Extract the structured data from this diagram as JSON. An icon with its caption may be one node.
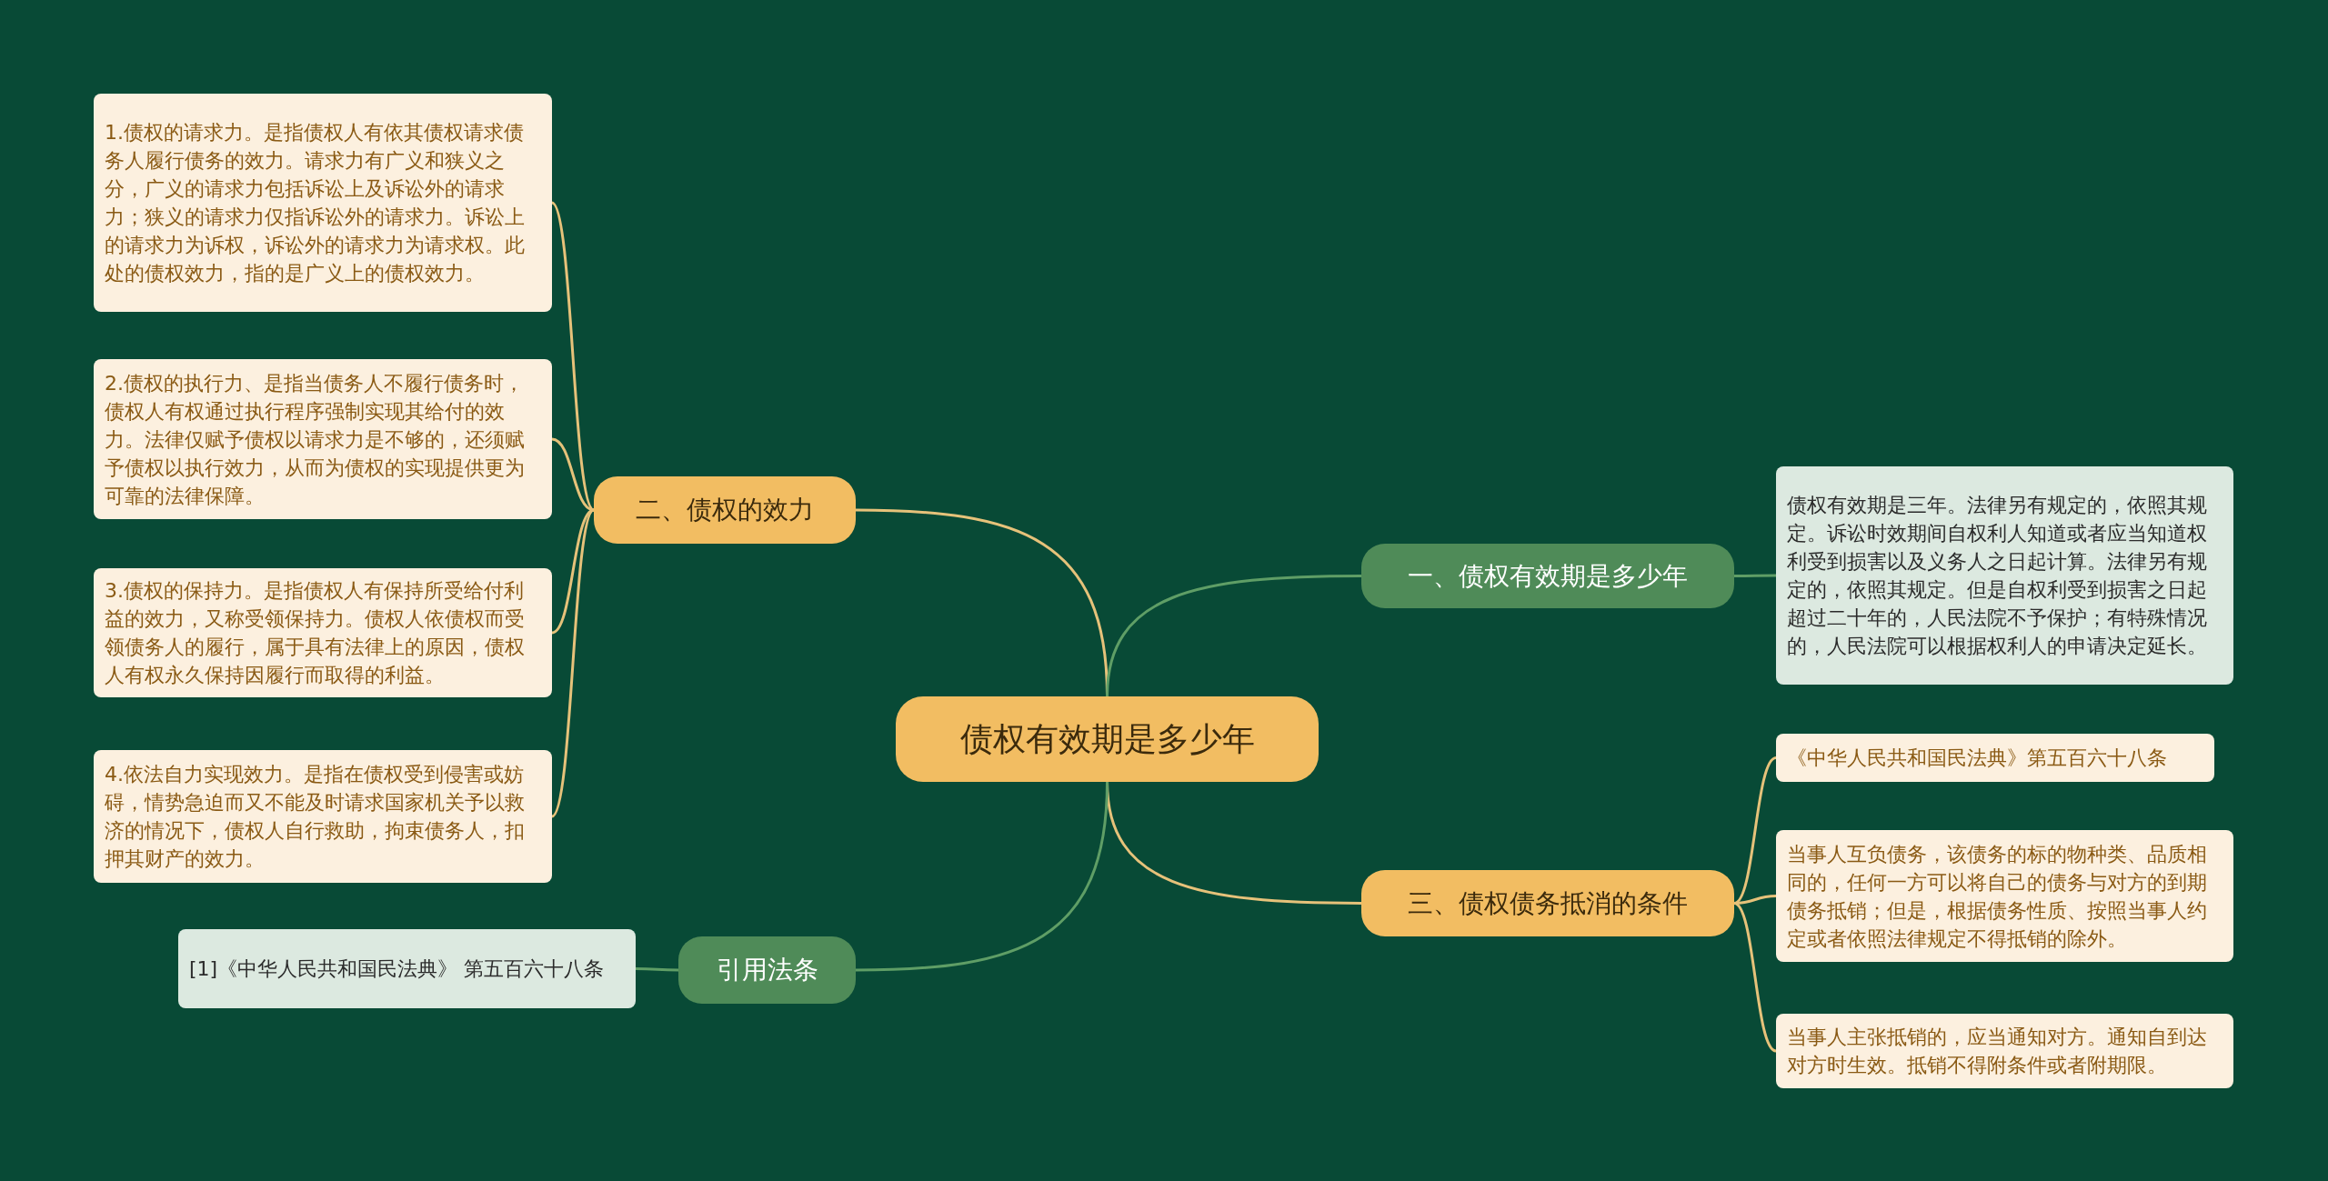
{
  "diagram": {
    "nodes": [
      {
        "text": [
          "债权有效期是多少年"
        ]
      },
      {
        "text": [
          "二、债权的效力"
        ]
      },
      {
        "text": [
          "1.债权的请求力。是指债权人有依其债权请求债务人履行债务的效力。请求力有广义和狭义之分，广义的请求力包括诉讼上及诉讼外的请求力；狭义的请求力仅指诉讼外的请求力。诉讼上的请求力为诉权，诉讼外的请求力为请求权。此处的债权效力，指的是广义上的债权效力。"
        ]
      },
      {
        "text": [
          "2.债权的执行力、是指当债务人不履行债务时，债权人有权通过执行程序强制实现其给付的效力。法律仅赋予债权以请求力是不够的，还须赋予债权以执行效力，从而为债权的实现提供更为可靠的法律保障。"
        ]
      },
      {
        "text": [
          "3.债权的保持力。是指债权人有保持所受给付利益的效力，又称受领保持力。债权人依债权而受领债务人的履行，属于具有法律上的原因，债权人有权永久保持因履行而取得的利益。"
        ]
      },
      {
        "text": [
          "4.依法自力实现效力。是指在债权受到侵害或妨碍，情势急迫而又不能及时请求国家机关予以救济的情况下，债权人自行救助，拘束债务人，扣押其财产的效力。"
        ]
      },
      {
        "text": [
          "一、债权有效期是多少年"
        ]
      },
      {
        "text": [
          "债权有效期是三年。法律另有规定的，依照其规定。诉讼时效期间自权利人知道或者应当知道权利受到损害以及义务人之日起计算。法律另有规定的，依照其规定。但是自权利受到损害之日起超过二十年的，人民法院不予保护；有特殊情况的，人民法院可以根据权利人的申请决定延长。"
        ]
      },
      {
        "text": [
          "三、债权债务抵消的条件"
        ]
      },
      {
        "text": [
          "《中华人民共和国民法典》第五百六十八条"
        ]
      },
      {
        "text": [
          "当事人互负债务，该债务的标的物种类、品质相同的，任何一方可以将自己的债务与对方的到期债务抵销；但是，根据债务性质、按照当事人约定或者依照法律规定不得抵销的除外。"
        ]
      },
      {
        "text": [
          "当事人主张抵销的，应当通知对方。通知自到达对方时生效。抵销不得附条件或者附期限。"
        ]
      },
      {
        "text": [
          "引用法条"
        ]
      },
      {
        "text": [
          "[1]《中华人民共和国民法典》 第五百六十八条"
        ]
      }
    ],
    "edges": [
      {
        "from": 0,
        "to": 1,
        "arrow": "none"
      },
      {
        "from": 1,
        "to": 2,
        "arrow": "none"
      },
      {
        "from": 1,
        "to": 3,
        "arrow": "none"
      },
      {
        "from": 1,
        "to": 4,
        "arrow": "none"
      },
      {
        "from": 1,
        "to": 5,
        "arrow": "none"
      },
      {
        "from": 0,
        "to": 6,
        "arrow": "none",
        "color": "#5f9e66"
      },
      {
        "from": 6,
        "to": 7,
        "arrow": "none",
        "color": "#5f9e66"
      },
      {
        "from": 0,
        "to": 8,
        "arrow": "none"
      },
      {
        "from": 8,
        "to": 9,
        "arrow": "none"
      },
      {
        "from": 8,
        "to": 10,
        "arrow": "none"
      },
      {
        "from": 8,
        "to": 11,
        "arrow": "none"
      },
      {
        "from": 0,
        "to": 12,
        "arrow": "none",
        "color": "#5f9e66"
      },
      {
        "from": 12,
        "to": 13,
        "arrow": "none",
        "color": "#5f9e66"
      }
    ]
  }
}
